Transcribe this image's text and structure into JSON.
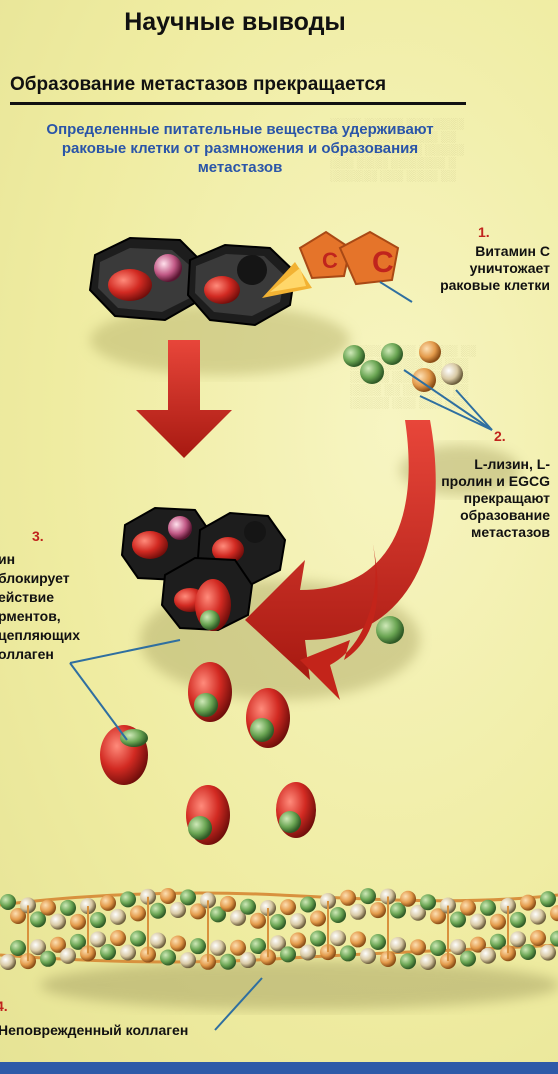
{
  "title": "Научные выводы",
  "subtitle": "Образование метастазов прекращается",
  "intro": "Определенные питательные вещества удерживают раковые клетки от размножения и образования метастазов",
  "steps": [
    {
      "num": "1.",
      "label": "Витамин С уничтожает раковые клетки"
    },
    {
      "num": "2.",
      "label": "L-лизин, L-пролин и EGCG прекращают образование метастазов"
    },
    {
      "num": "3.",
      "label": "ин блокирует ействие рментов, цепляющих оллаген"
    },
    {
      "num": "4.",
      "label": "Неповрежденный коллаген"
    }
  ],
  "vitamin_letter": "C",
  "colors": {
    "arrow": "#d42a1f",
    "cell": "#1e1e1e",
    "green": "#5c9a4a",
    "orange": "#e39a4a",
    "line": "#2f6fa0",
    "step_number": "#c0241d",
    "intro": "#2a55a8"
  }
}
